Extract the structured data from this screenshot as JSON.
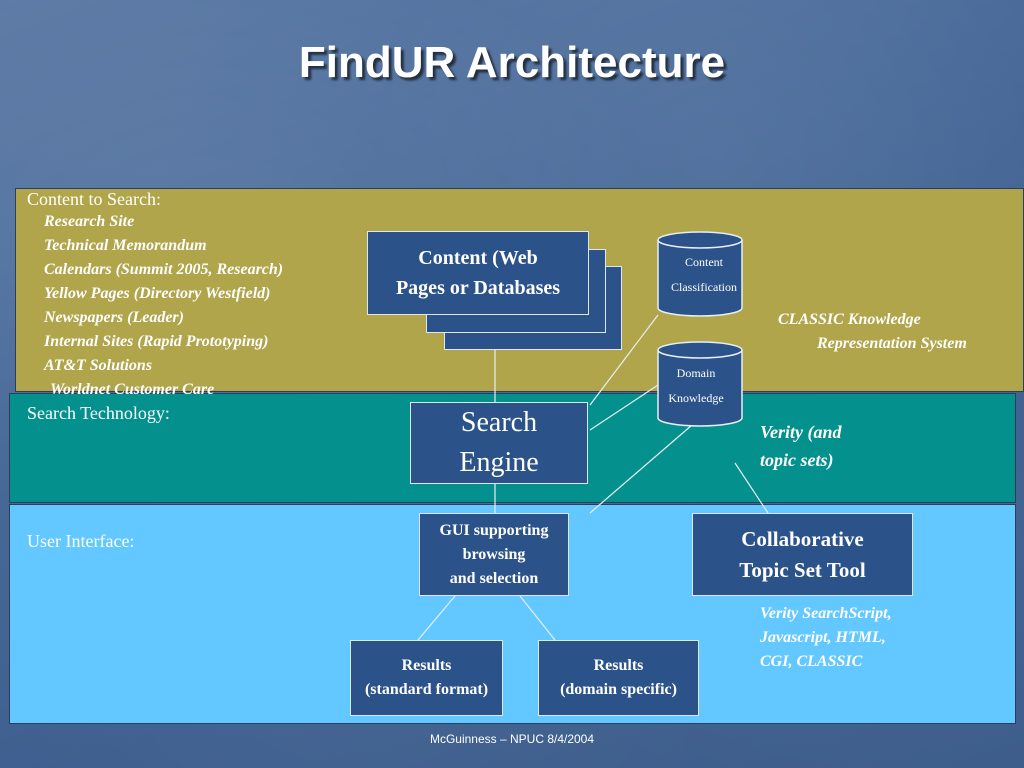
{
  "title": "FindUR Architecture",
  "bands": {
    "content": "Content to Search:",
    "search": "Search Technology:",
    "ui": "User Interface:"
  },
  "content_items": [
    "Research Site",
    "Technical Memorandum",
    "Calendars (Summit 2005, Research)",
    "Yellow Pages (Directory Westfield)",
    "Newspapers (Leader)",
    "Internal Sites (Rapid Prototyping)",
    "AT&T Solutions",
    "Worldnet Customer Care"
  ],
  "nodes": {
    "content_pages": [
      "Content (Web",
      "Pages or Databases"
    ],
    "content_classification": [
      "Content",
      "Classification"
    ],
    "domain_knowledge": [
      "Domain",
      "Knowledge"
    ],
    "search_engine": [
      "Search",
      "Engine"
    ],
    "gui": [
      "GUI supporting",
      "browsing",
      "and selection"
    ],
    "collaborative": [
      "Collaborative",
      "Topic Set Tool"
    ],
    "results_standard": [
      "Results",
      "(standard format)"
    ],
    "results_domain": [
      "Results",
      "(domain specific)"
    ]
  },
  "notes": {
    "classic": [
      "CLASSIC Knowledge",
      "Representation System"
    ],
    "verity": [
      "Verity (and",
      "topic sets)"
    ],
    "verity_script": [
      "Verity SearchScript,",
      "Javascript, HTML,",
      "CGI, CLASSIC"
    ]
  },
  "footer": "McGuinness – NPUC 8/4/2004"
}
